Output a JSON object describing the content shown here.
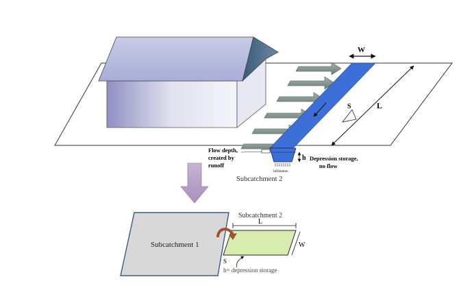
{
  "top_diagram": {
    "width_label": "W",
    "length_label": "L",
    "slope_label": "S",
    "flow_depth_label": [
      "Flow depth,",
      "created by",
      "runoff"
    ],
    "h_label": "h",
    "depression_label": [
      "Depression storage,",
      "no flow"
    ],
    "infiltration_label": "Infiltration",
    "caption": "Subcatchment 2"
  },
  "bottom_diagram": {
    "sub1_label": "Subcatchment 1",
    "sub2_label": "Subcatchment 2",
    "length_label": "L",
    "width_label": "W",
    "slope_label": "S",
    "depression_note": "h= depression storage"
  },
  "colors": {
    "channel": "#3d6fd8",
    "arrow_fill": "#7d8f88",
    "sub1_fill": "#d8d8d8",
    "sub2_fill": "#d8ecb0",
    "down_arrow": "#b8a2c8",
    "curved_arrow": "#a0522d"
  }
}
